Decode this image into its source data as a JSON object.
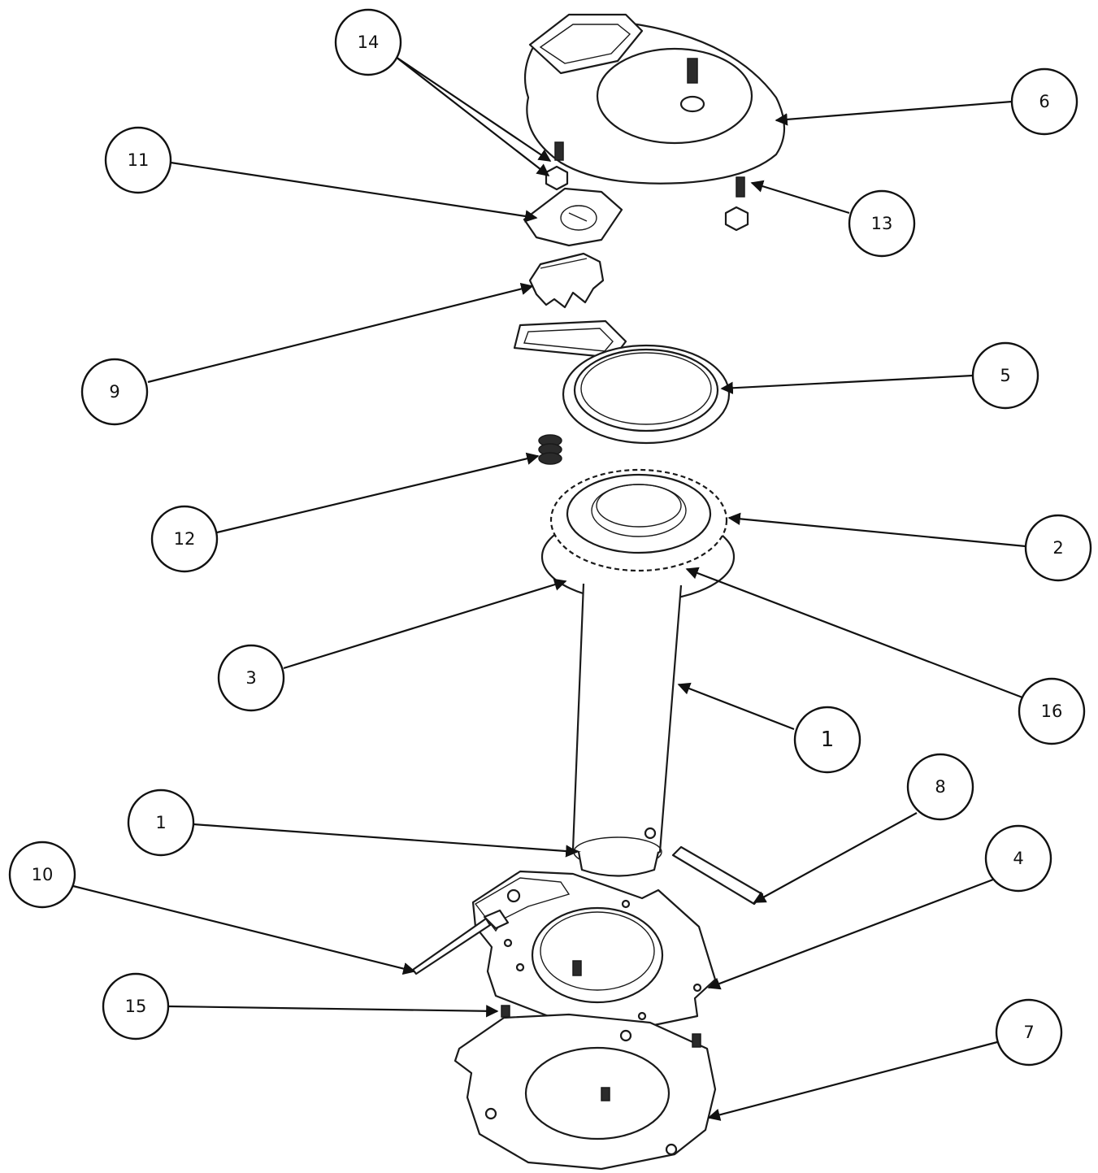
{
  "colors": {
    "line": "#1a1a1a",
    "background": "#ffffff"
  },
  "callouts": [
    {
      "id": "c14",
      "label": "14"
    },
    {
      "id": "c6",
      "label": "6"
    },
    {
      "id": "c11",
      "label": "11"
    },
    {
      "id": "c13",
      "label": "13"
    },
    {
      "id": "c9",
      "label": "9"
    },
    {
      "id": "c5",
      "label": "5"
    },
    {
      "id": "c12",
      "label": "12"
    },
    {
      "id": "c2",
      "label": "2"
    },
    {
      "id": "c3",
      "label": "3"
    },
    {
      "id": "c16",
      "label": "16"
    },
    {
      "id": "c1a",
      "label": "1"
    },
    {
      "id": "c8",
      "label": "8"
    },
    {
      "id": "c1b",
      "label": "1"
    },
    {
      "id": "c4",
      "label": "4"
    },
    {
      "id": "c10",
      "label": "10"
    },
    {
      "id": "c15",
      "label": "15"
    },
    {
      "id": "c7",
      "label": "7"
    }
  ]
}
